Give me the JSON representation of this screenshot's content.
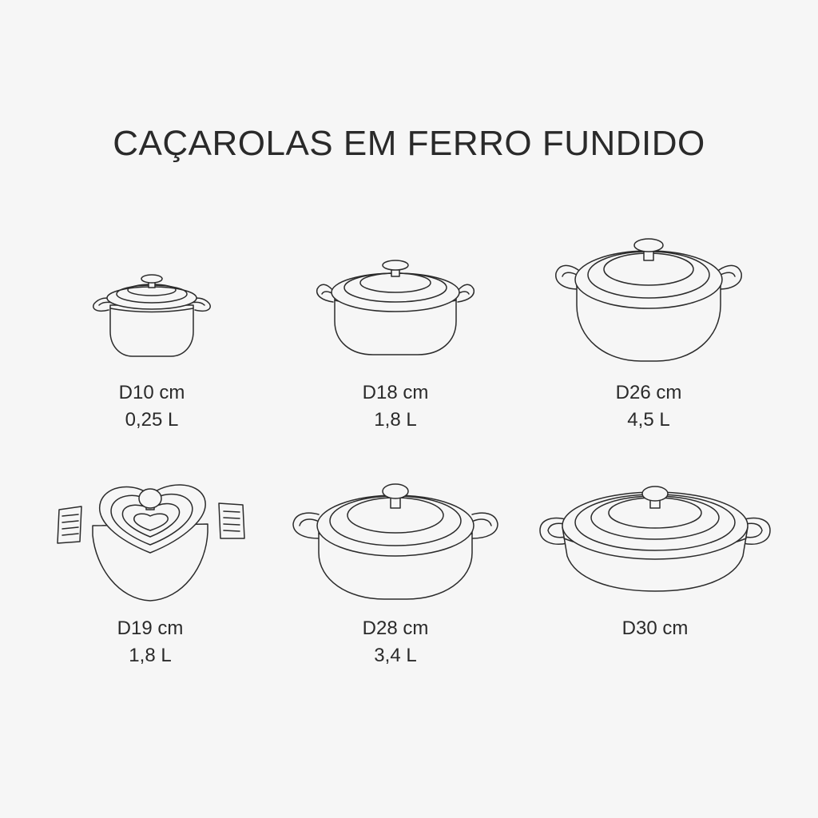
{
  "title": "CAÇAROLAS EM FERRO FUNDIDO",
  "items": [
    {
      "icon": "round-casserole-icon",
      "size": "D10 cm",
      "volume": "0,25 L"
    },
    {
      "icon": "round-casserole-icon",
      "size": "D18 cm",
      "volume": "1,8 L"
    },
    {
      "icon": "round-casserole-icon",
      "size": "D26 cm",
      "volume": "4,5 L"
    },
    {
      "icon": "heart-casserole-icon",
      "size": "D19 cm",
      "volume": "1,8 L"
    },
    {
      "icon": "shallow-casserole-icon",
      "size": "D28 cm",
      "volume": "3,4 L"
    },
    {
      "icon": "braiser-icon",
      "size": "D30 cm",
      "volume": ""
    }
  ],
  "colors": {
    "background": "#f6f6f6",
    "line": "#2b2b2b",
    "text": "#2a2a2a"
  }
}
